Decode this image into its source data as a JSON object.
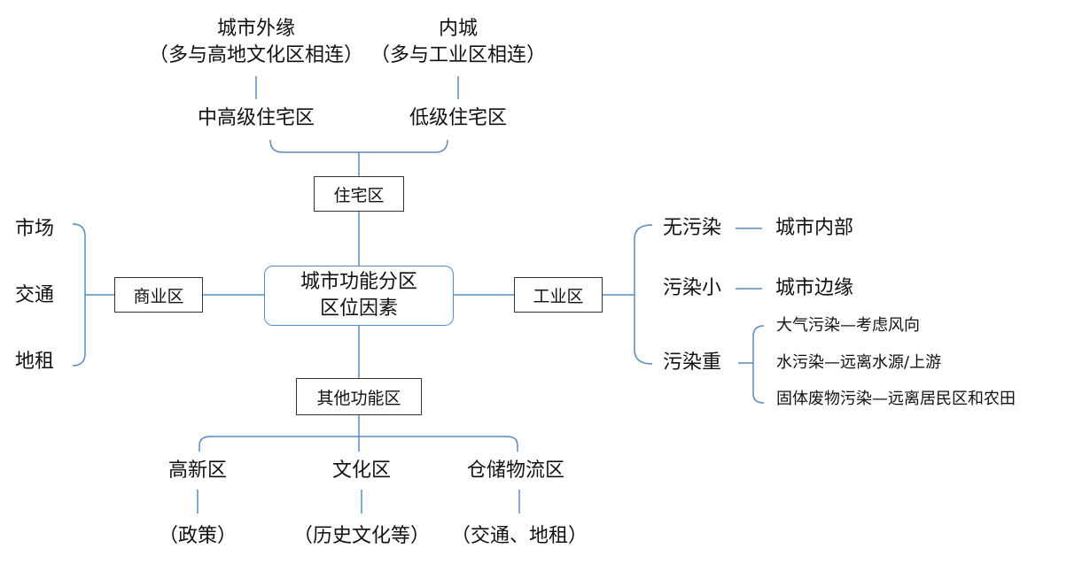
{
  "center": {
    "line1": "城市功能分区",
    "line2": "区位因素"
  },
  "residential": {
    "label": "住宅区",
    "outer_title": "城市外缘",
    "outer_note": "（多与高地文化区相连）",
    "inner_title": "内城",
    "inner_note": "（多与工业区相连）",
    "high_grade": "中高级住宅区",
    "low_grade": "低级住宅区"
  },
  "commercial": {
    "label": "商业区",
    "factors": [
      "市场",
      "交通",
      "地租"
    ]
  },
  "industrial": {
    "label": "工业区",
    "levels": [
      {
        "level": "无污染",
        "location": "城市内部"
      },
      {
        "level": "污染小",
        "location": "城市边缘"
      },
      {
        "level": "污染重"
      }
    ],
    "heavy_details": [
      "大气污染—考虑风向",
      "水污染—远离水源/上游",
      "固体废物污染—远离居民区和农田"
    ]
  },
  "other": {
    "label": "其他功能区",
    "items": [
      {
        "name": "高新区",
        "note": "（政策）"
      },
      {
        "name": "文化区",
        "note": "（历史文化等）"
      },
      {
        "name": "仓储物流区",
        "note": "（交通、地租）"
      }
    ]
  },
  "colors": {
    "line": "#5b8ac0",
    "box_border": "#333333",
    "text": "#111111"
  }
}
